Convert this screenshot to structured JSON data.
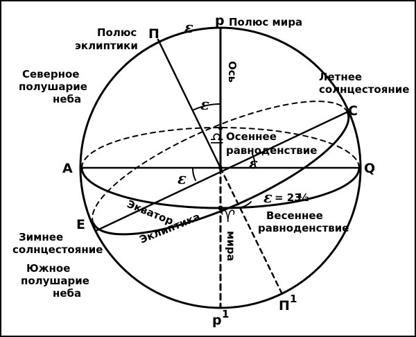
{
  "colors": {
    "ink": "#000000",
    "paper": "#ffffff"
  },
  "points": {
    "P": "р",
    "P1": "р",
    "P1_sup": "1",
    "Pi": "П",
    "Pi1": "П",
    "Pi1_sup": "1",
    "A": "А",
    "Q": "Q",
    "C": "C",
    "E": "E"
  },
  "labels": {
    "pole_world": "Полюс мира",
    "pole_ecliptic_1": "Полюс",
    "pole_ecliptic_2": "эклиптики",
    "north_1": "Северное",
    "north_2": "полушарие",
    "north_3": "неба",
    "summer_1": "Летнее",
    "summer_2": "солнцестояние",
    "autumn_1": "Осеннее",
    "autumn_2": "равноденствие",
    "axis": "Ось",
    "axis_world": "мира",
    "equator": "Экватор",
    "ecliptic": "Эклиптика",
    "winter_1": "Зимнее",
    "winter_2": "солнцестояние",
    "south_1": "Южное",
    "south_2": "полушарие",
    "south_3": "неба",
    "spring_1": "Весеннее",
    "spring_2": "равноденствие"
  },
  "symbols": {
    "epsilon": "ε",
    "aries": "♈",
    "libra": "♎",
    "tilt_eq": "= 23",
    "tilt_half": "½"
  }
}
